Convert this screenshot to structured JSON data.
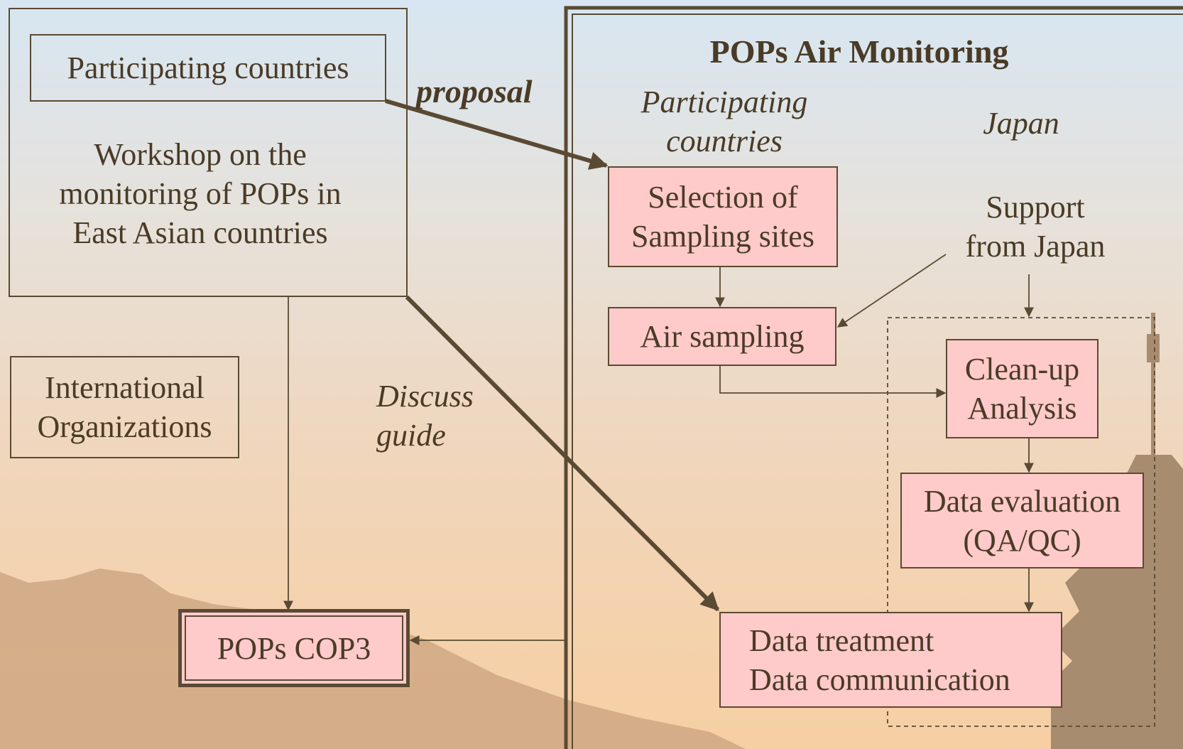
{
  "workshop": {
    "participants": "Participating countries",
    "lines": [
      "Workshop on the",
      "monitoring of POPs in",
      "East Asian countries"
    ]
  },
  "international": [
    "International",
    "Organizations"
  ],
  "labels": {
    "proposal": "proposal",
    "discuss": [
      "Discuss",
      "guide"
    ]
  },
  "cop3": "POPs COP3",
  "monitoring": {
    "title": "POPs Air Monitoring",
    "col_participating": [
      "Participating",
      "countries"
    ],
    "col_japan": "Japan",
    "support": [
      "Support",
      "from Japan"
    ],
    "selection": [
      "Selection of",
      "Sampling sites"
    ],
    "air_sampling": "Air sampling",
    "cleanup": [
      "Clean-up",
      "Analysis"
    ],
    "evaluation": [
      "Data evaluation",
      "(QA/QC)"
    ],
    "treatment": [
      "Data treatment",
      "Data communication"
    ]
  },
  "colors": {
    "line": "#5a4a33",
    "box_fill": "#fecaca",
    "text": "#4a3b26"
  }
}
